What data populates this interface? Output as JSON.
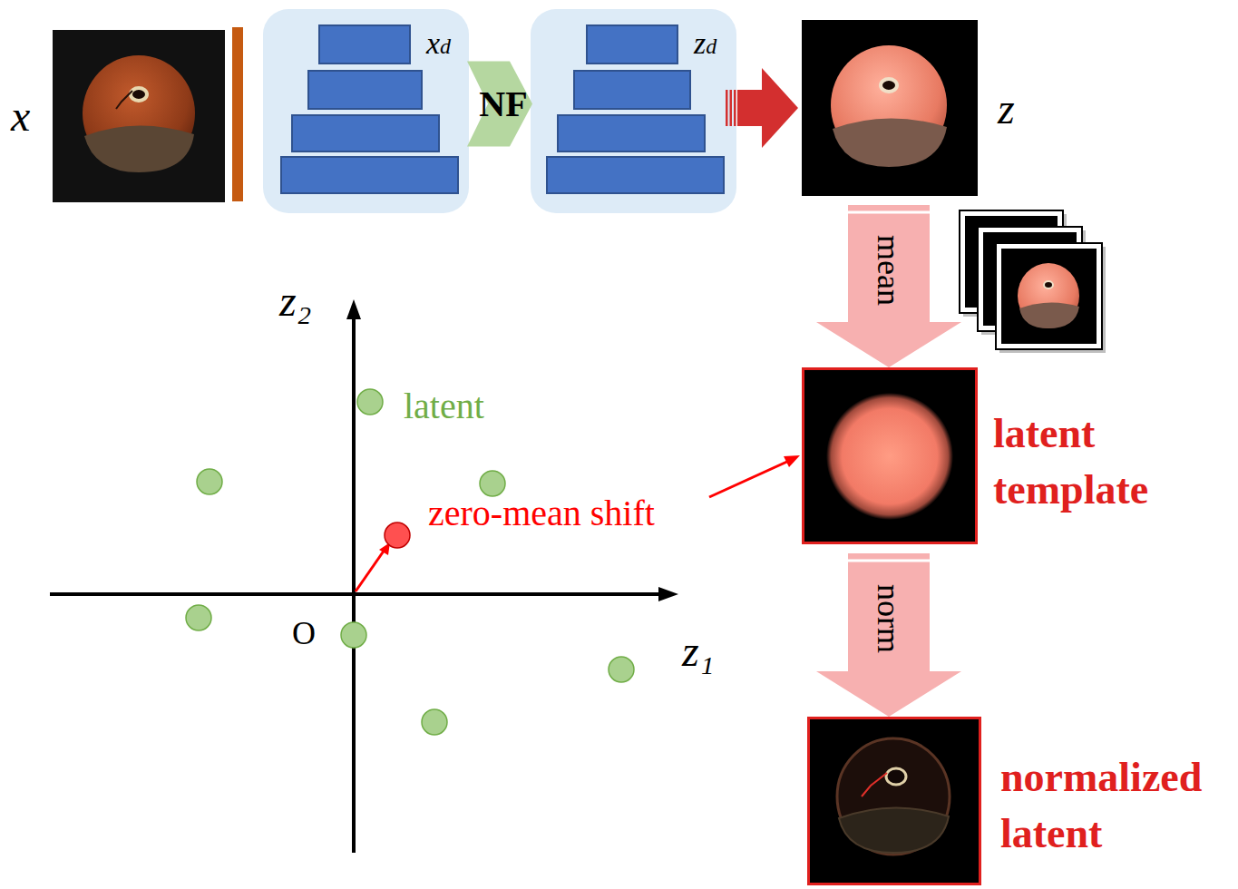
{
  "diagram": {
    "nodes": [
      {
        "text": [
          "x"
        ]
      },
      {
        "text": [
          "xd"
        ]
      },
      {
        "text": [
          "zd"
        ]
      },
      {
        "text": [
          "z"
        ]
      },
      {
        "text": [
          "latent template"
        ]
      },
      {
        "text": [
          "normalized latent"
        ]
      }
    ],
    "edges": [
      {
        "from": 1,
        "to": 2,
        "arrow": "to",
        "label": "NF"
      },
      {
        "from": 2,
        "to": 3,
        "arrow": "to"
      },
      {
        "from": 3,
        "to": 4,
        "arrow": "to",
        "label": "mean"
      },
      {
        "from": 4,
        "to": 5,
        "arrow": "to",
        "label": "norm"
      }
    ],
    "labels": [
      "z₂",
      "z₁",
      "O",
      "latent",
      "zero-mean shift"
    ]
  }
}
